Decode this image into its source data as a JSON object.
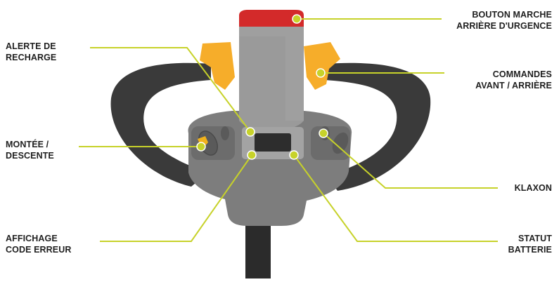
{
  "accent_color": "#c7d22a",
  "callouts": {
    "emergency_reverse": {
      "line1": "BOUTON MARCHE",
      "line2": "ARRIÈRE D'URGENCE"
    },
    "recharge_alert": {
      "line1": "ALERTE DE",
      "line2": "RECHARGE"
    },
    "forward_reverse": {
      "line1": "COMMANDES",
      "line2": "AVANT / ARRIÈRE"
    },
    "lift_lower": {
      "line1": "MONTÉE /",
      "line2": "DESCENTE"
    },
    "horn": {
      "line1": "KLAXON"
    },
    "error_display": {
      "line1": "AFFICHAGE",
      "line2": "CODE ERREUR"
    },
    "battery_status": {
      "line1": "STATUT",
      "line2": "BATTERIE"
    }
  }
}
